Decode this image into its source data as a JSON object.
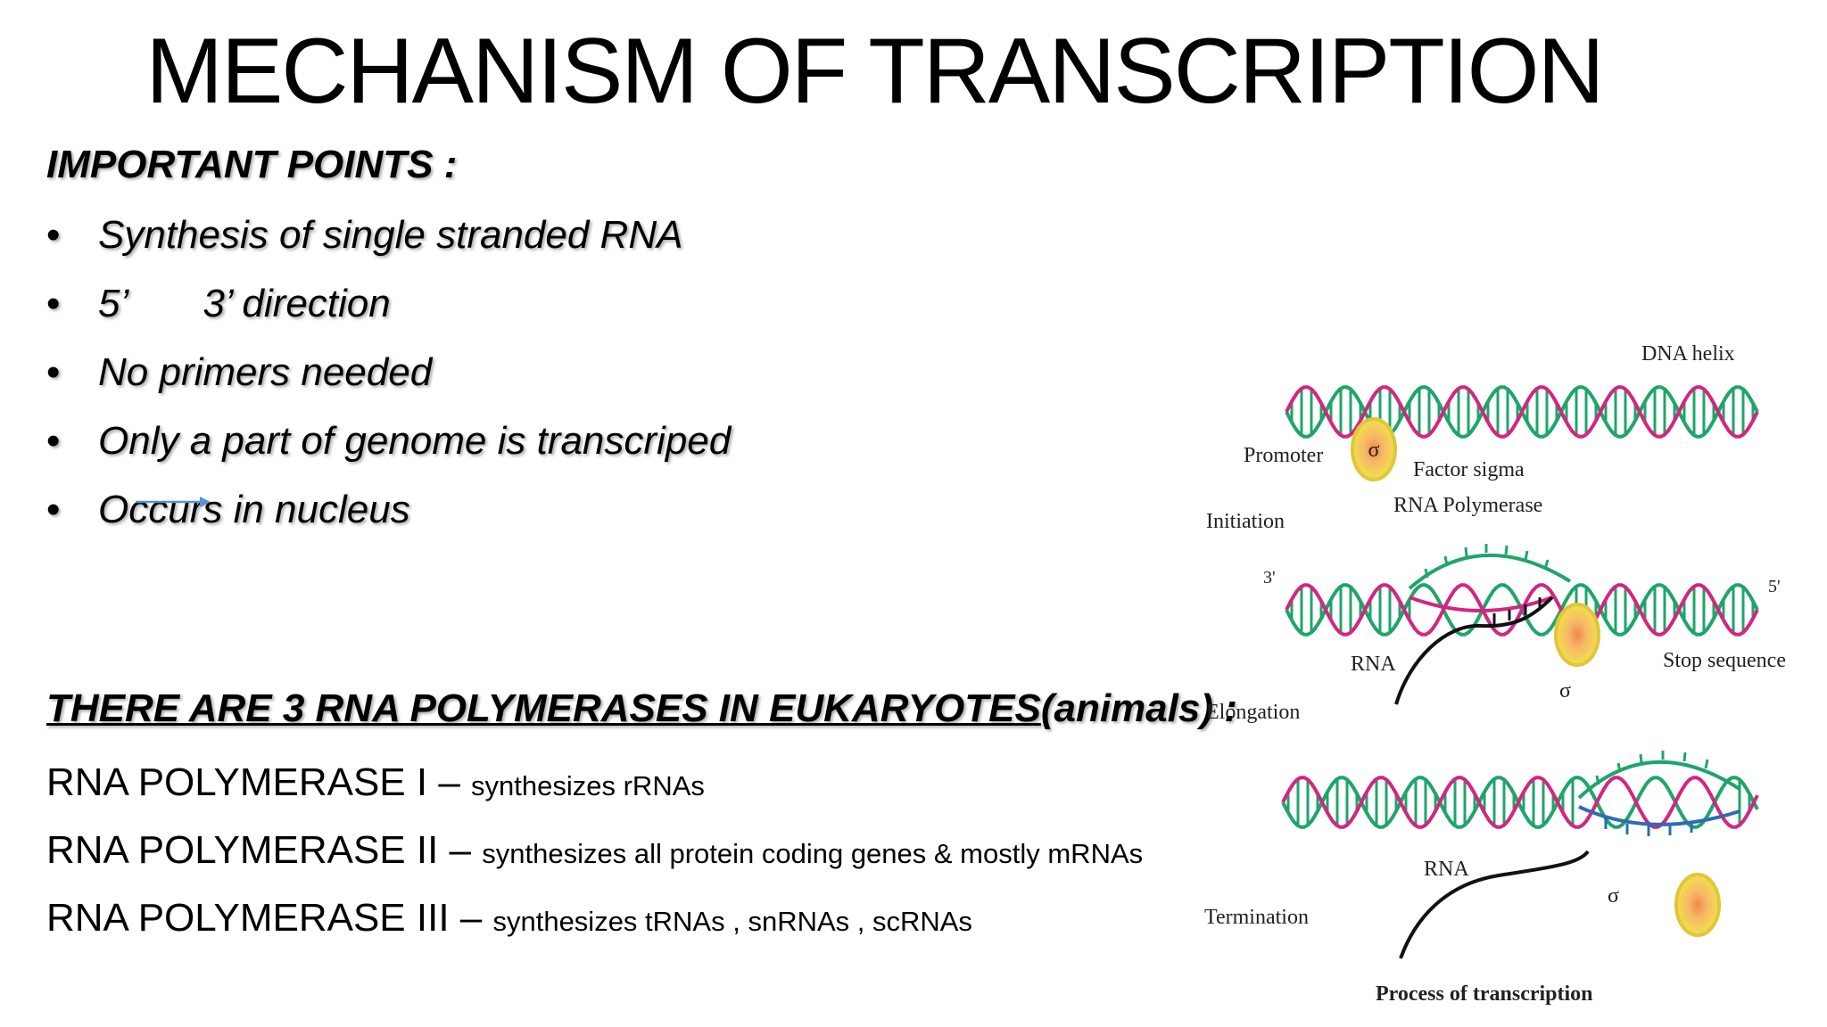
{
  "slide": {
    "title": "MECHANISM OF TRANSCRIPTION",
    "points_heading": "IMPORTANT POINTS :",
    "points": [
      "Synthesis of single stranded RNA",
      "5’       3’ direction",
      "No primers needed",
      "Only a part of genome is transcriped",
      "Occurs in nucleus"
    ],
    "bullet_glyph": "•",
    "polymerase_heading": {
      "main": "THERE ARE 3 RNA POLYMERASES IN EUKARYOTES",
      "suffix": "(animals) :"
    },
    "polymerases": [
      {
        "name": "RNA POLYMERASE I –",
        "description": "synthesizes rRNAs"
      },
      {
        "name": "RNA POLYMERASE II –",
        "description": "synthesizes all protein coding genes & mostly mRNAs"
      },
      {
        "name": "RNA POLYMERASE III –",
        "description": "synthesizes tRNAs , snRNAs , scRNAs"
      }
    ]
  },
  "diagram": {
    "labels": {
      "dna_helix": "DNA helix",
      "promoter": "Promoter",
      "sigma": "σ",
      "factor_sigma": "Factor sigma",
      "rna_polymerase": "RNA Polymerase",
      "initiation": "Initiation",
      "three_prime": "3'",
      "five_prime": "5'",
      "rna": "RNA",
      "stop_sequence": "Stop sequence",
      "elongation": "Elongation",
      "termination": "Termination",
      "caption": "Process of transcription"
    },
    "colors": {
      "strand_green": "#1fa56a",
      "strand_pink": "#d4257f",
      "strand_blue": "#2d6cb0",
      "sigma_yellow": "#f1e04a",
      "sigma_orange": "#f08a4b"
    }
  }
}
